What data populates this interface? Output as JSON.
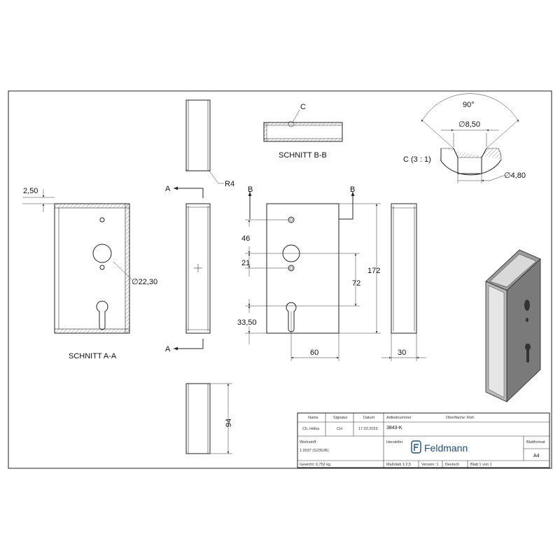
{
  "dimensions": {
    "wall": "2,50",
    "hole_diameter": "∅22,30",
    "radius": "R4",
    "d46": "46",
    "d21": "21",
    "d72": "72",
    "d172": "172",
    "d33_50": "33,50",
    "d60": "60",
    "d30": "30",
    "d94": "94",
    "angle": "90°",
    "d8_50": "∅8,50",
    "d4_80": "∅4,80"
  },
  "labels": {
    "section_aa": "SCHNITT A-A",
    "section_bb": "SCHNITT B-B",
    "detail_c": "C (3 : 1)",
    "detail_c_tag": "C",
    "marker_a": "A",
    "marker_b": "B"
  },
  "title_block": {
    "headers": {
      "name": "Name",
      "signatur": "Signatur",
      "datum": "Datum",
      "artikelnummer": "Artikelnummer",
      "oberflaeche": "Oberfläche: Roh",
      "werkstoff": "Werkstoff:",
      "hersteller": "Hersteller",
      "blattformat": "Blattformat",
      "gewicht": "Gewicht: 0,752 kg",
      "massstab": "Maßstab 1:2,5",
      "version": "Version: 1",
      "sprache": "Deutsch",
      "blatt": "Blatt 1 von 1"
    },
    "values": {
      "name": "Ch. Hölka",
      "signatur": "CH",
      "datum": "17.02.2023",
      "artikelnummer": "3843-K",
      "werkstoff": "1.0037 (S235JR)",
      "blattformat": "A4",
      "company": "Feldmann"
    }
  }
}
